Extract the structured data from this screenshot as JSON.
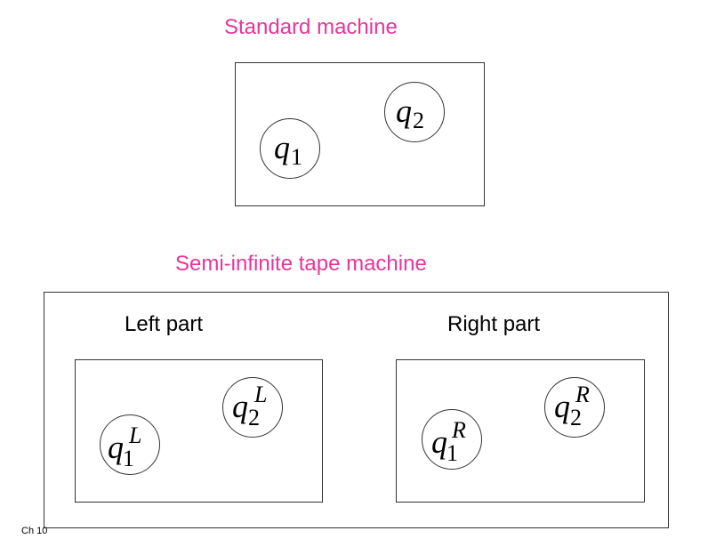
{
  "colors": {
    "title": "#e8359a",
    "text": "#000000",
    "stroke": "#333333"
  },
  "standard": {
    "title": "Standard machine",
    "states": [
      {
        "symbol": "q",
        "subscript": "1"
      },
      {
        "symbol": "q",
        "subscript": "2"
      }
    ]
  },
  "semi_infinite": {
    "title": "Semi-infinite tape machine",
    "left_part": {
      "label": "Left part",
      "states": [
        {
          "symbol": "q",
          "subscript": "1",
          "superscript": "L"
        },
        {
          "symbol": "q",
          "subscript": "2",
          "superscript": "L"
        }
      ]
    },
    "right_part": {
      "label": "Right part",
      "states": [
        {
          "symbol": "q",
          "subscript": "1",
          "superscript": "R"
        },
        {
          "symbol": "q",
          "subscript": "2",
          "superscript": "R"
        }
      ]
    }
  },
  "footer": {
    "chapter": "Ch 10"
  }
}
